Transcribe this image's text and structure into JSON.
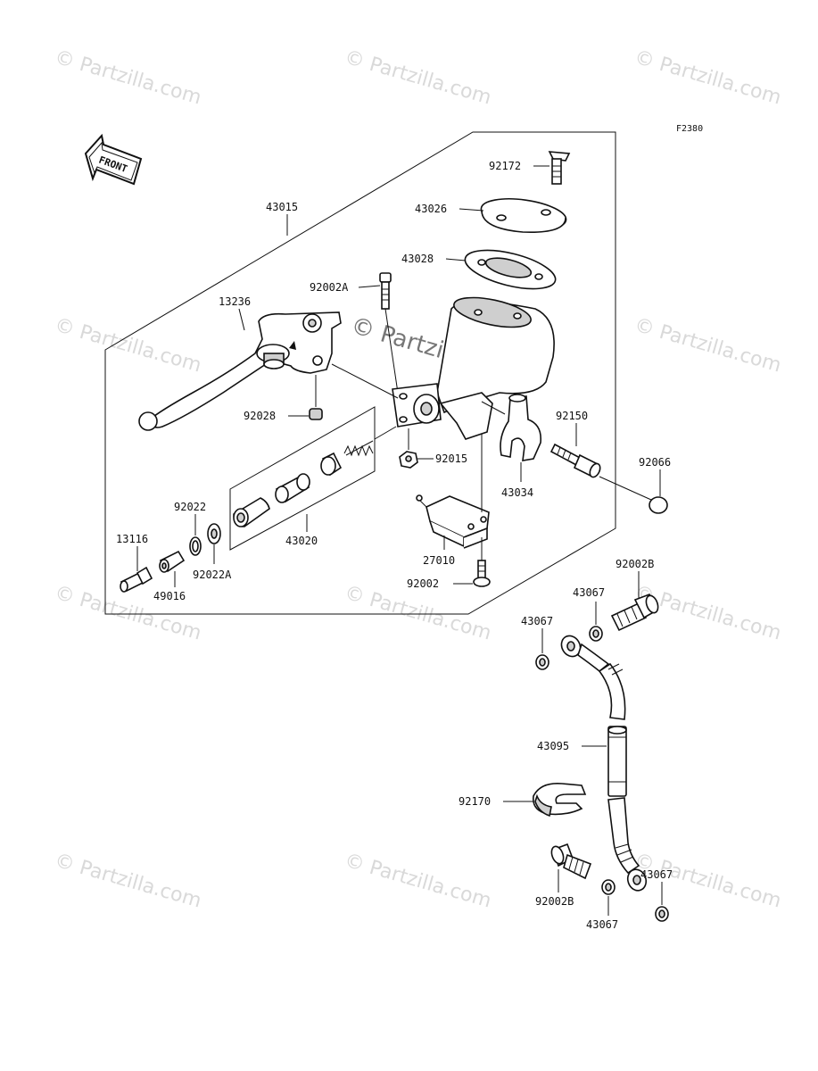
{
  "figure_code": "F2380",
  "front_label": "FRONT",
  "watermark": "© Partzilla.com",
  "center_watermark": "© Partzilla.com",
  "parts": {
    "p43015": "43015",
    "p92172": "92172",
    "p43026": "43026",
    "p43028": "43028",
    "p92002A": "92002A",
    "p13236": "13236",
    "p92028": "92028",
    "p92015": "92015",
    "p92150": "92150",
    "p92066": "92066",
    "p43034": "43034",
    "p92022": "92022",
    "p92022A": "92022A",
    "p13116": "13116",
    "p49016": "49016",
    "p43020": "43020",
    "p27010": "27010",
    "p92002": "92002",
    "p92002B_top": "92002B",
    "p43067_a": "43067",
    "p43067_b": "43067",
    "p43095": "43095",
    "p92170": "92170",
    "p92002B_bottom": "92002B",
    "p43067_c": "43067",
    "p43067_d": "43067"
  }
}
